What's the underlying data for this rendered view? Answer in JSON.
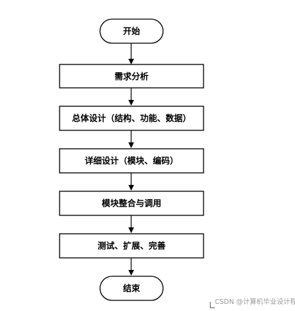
{
  "flowchart": {
    "nodes": [
      {
        "id": "start",
        "shape": "terminal",
        "label": "开始"
      },
      {
        "id": "req",
        "shape": "process",
        "label": "需求分析"
      },
      {
        "id": "design",
        "shape": "process",
        "label": "总体设计（结构、功能、数据）"
      },
      {
        "id": "detail",
        "shape": "process",
        "label": "详细设计（模块、编码）"
      },
      {
        "id": "integrate",
        "shape": "process",
        "label": "模块整合与调用"
      },
      {
        "id": "test",
        "shape": "process",
        "label": "测试、扩展、完善"
      },
      {
        "id": "end",
        "shape": "terminal",
        "label": "结束"
      }
    ],
    "edges": [
      {
        "from": "start",
        "to": "req"
      },
      {
        "from": "req",
        "to": "design"
      },
      {
        "from": "design",
        "to": "detail"
      },
      {
        "from": "detail",
        "to": "integrate"
      },
      {
        "from": "integrate",
        "to": "test"
      },
      {
        "from": "test",
        "to": "end"
      }
    ]
  },
  "watermark": "CSDN @计算机毕业设计程"
}
